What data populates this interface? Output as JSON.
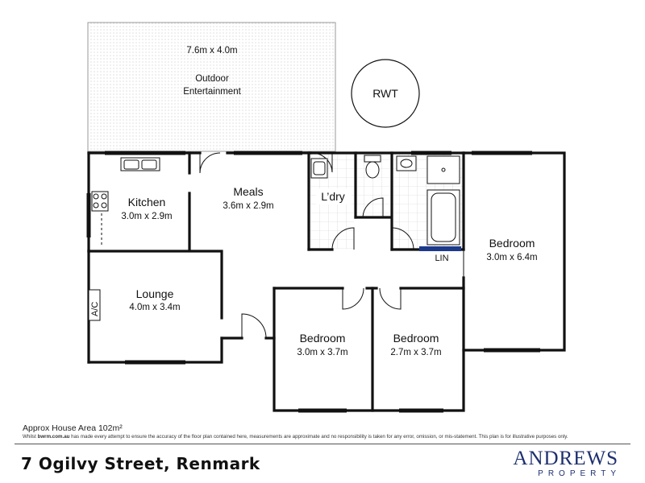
{
  "outdoor": {
    "dim": "7.6m x 4.0m",
    "name_line1": "Outdoor",
    "name_line2": "Entertainment"
  },
  "rwt": {
    "label": "RWT"
  },
  "rooms": {
    "kitchen": {
      "name": "Kitchen",
      "dim": "3.0m x 2.9m"
    },
    "meals": {
      "name": "Meals",
      "dim": "3.6m x 2.9m"
    },
    "laundry": {
      "name": "L’dry"
    },
    "lounge": {
      "name": "Lounge",
      "dim": "4.0m x 3.4m"
    },
    "bedroom1": {
      "name": "Bedroom",
      "dim": "3.0m x 3.7m"
    },
    "bedroom2": {
      "name": "Bedroom",
      "dim": "2.7m x 3.7m"
    },
    "bedroom3": {
      "name": "Bedroom",
      "dim": "3.0m x 6.4m"
    }
  },
  "labels": {
    "ac": "A/C",
    "lin": "LIN"
  },
  "footer": {
    "area_note": "Approx House Area 102m²",
    "disclaimer_prefix": "Whilst ",
    "disclaimer_site": "bwrm.com.au",
    "disclaimer_rest": " has made every attempt to ensure the accuracy of the floor plan contained here, measurements are approximate and no responsibility is taken for any error, omission, or mis-statement. This plan is for illustrative purposes only.",
    "address": "7 Ogilvy Street, Renmark",
    "brand_name": "ANDREWS",
    "brand_sub": "PROPERTY"
  },
  "colors": {
    "wall": "#111111",
    "brand": "#1d2f6f",
    "linen": "#1d3a8a",
    "tile_line": "#c8c8c8",
    "outdoor_dots": "#b9b9b9"
  }
}
